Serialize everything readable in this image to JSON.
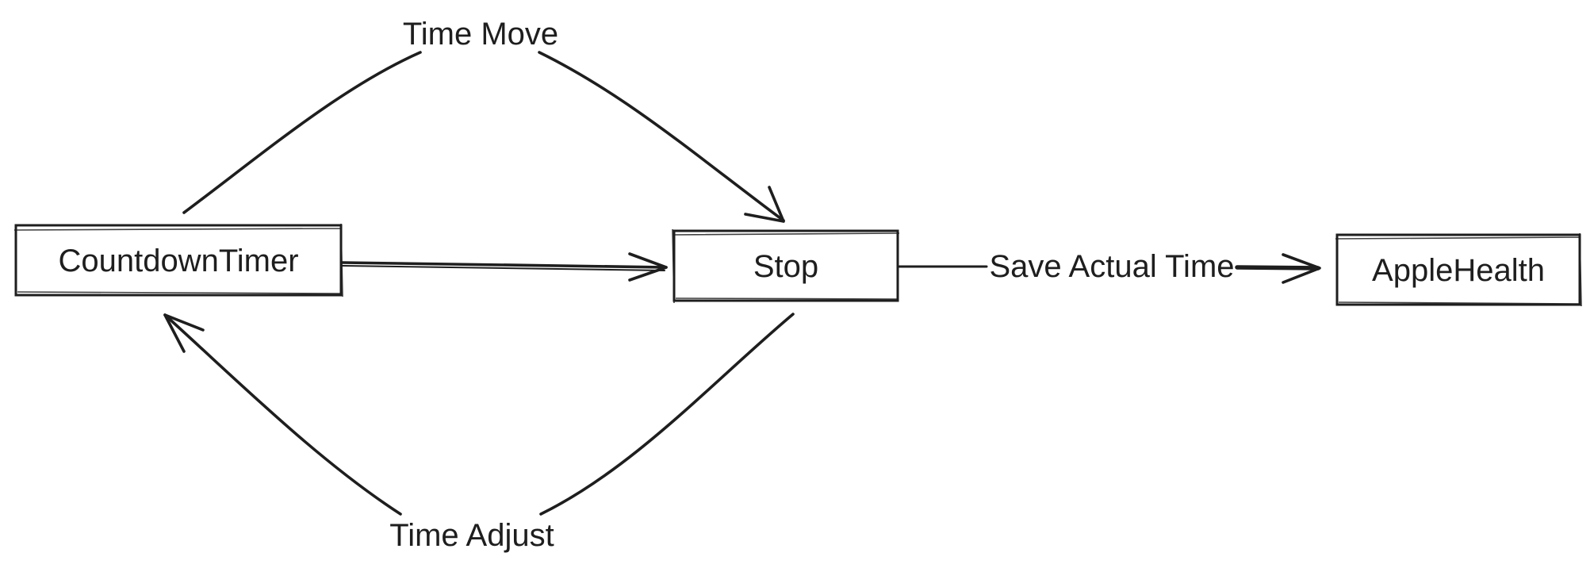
{
  "diagram": {
    "nodes": {
      "countdown_timer": "CountdownTimer",
      "stop": "Stop",
      "apple_health": "AppleHealth"
    },
    "edges": {
      "time_move": "Time Move",
      "time_adjust": "Time Adjust",
      "save_actual_time": "Save Actual Time"
    },
    "colors": {
      "stroke": "#1e1e1e",
      "background": "#ffffff"
    }
  }
}
